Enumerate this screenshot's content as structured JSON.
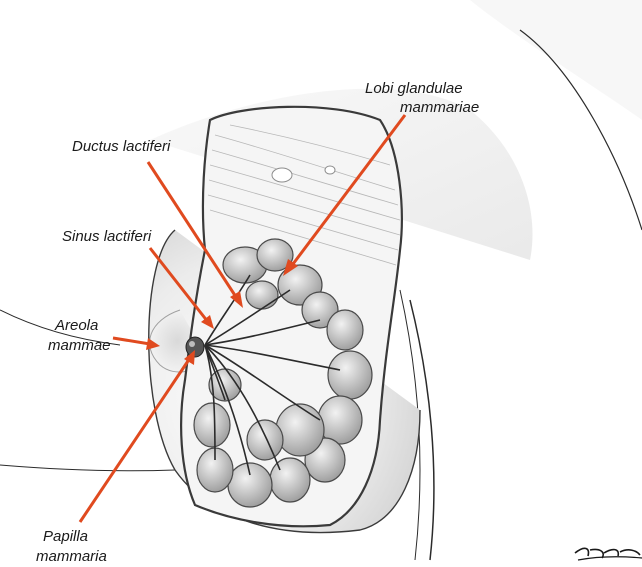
{
  "labels": {
    "ductus": "Ductus lactiferi",
    "sinus": "Sinus lactiferi",
    "areola_line1": "Areola",
    "areola_line2": "mammae",
    "lobi_line1": "Lobi glandulae",
    "lobi_line2": "mammariae",
    "papilla_line1": "Papilla",
    "papilla_line2": "mammaria"
  },
  "colors": {
    "leader": "#e04a1f",
    "outline": "#2b2b2b",
    "background": "#ffffff"
  },
  "signature": "Netsch"
}
